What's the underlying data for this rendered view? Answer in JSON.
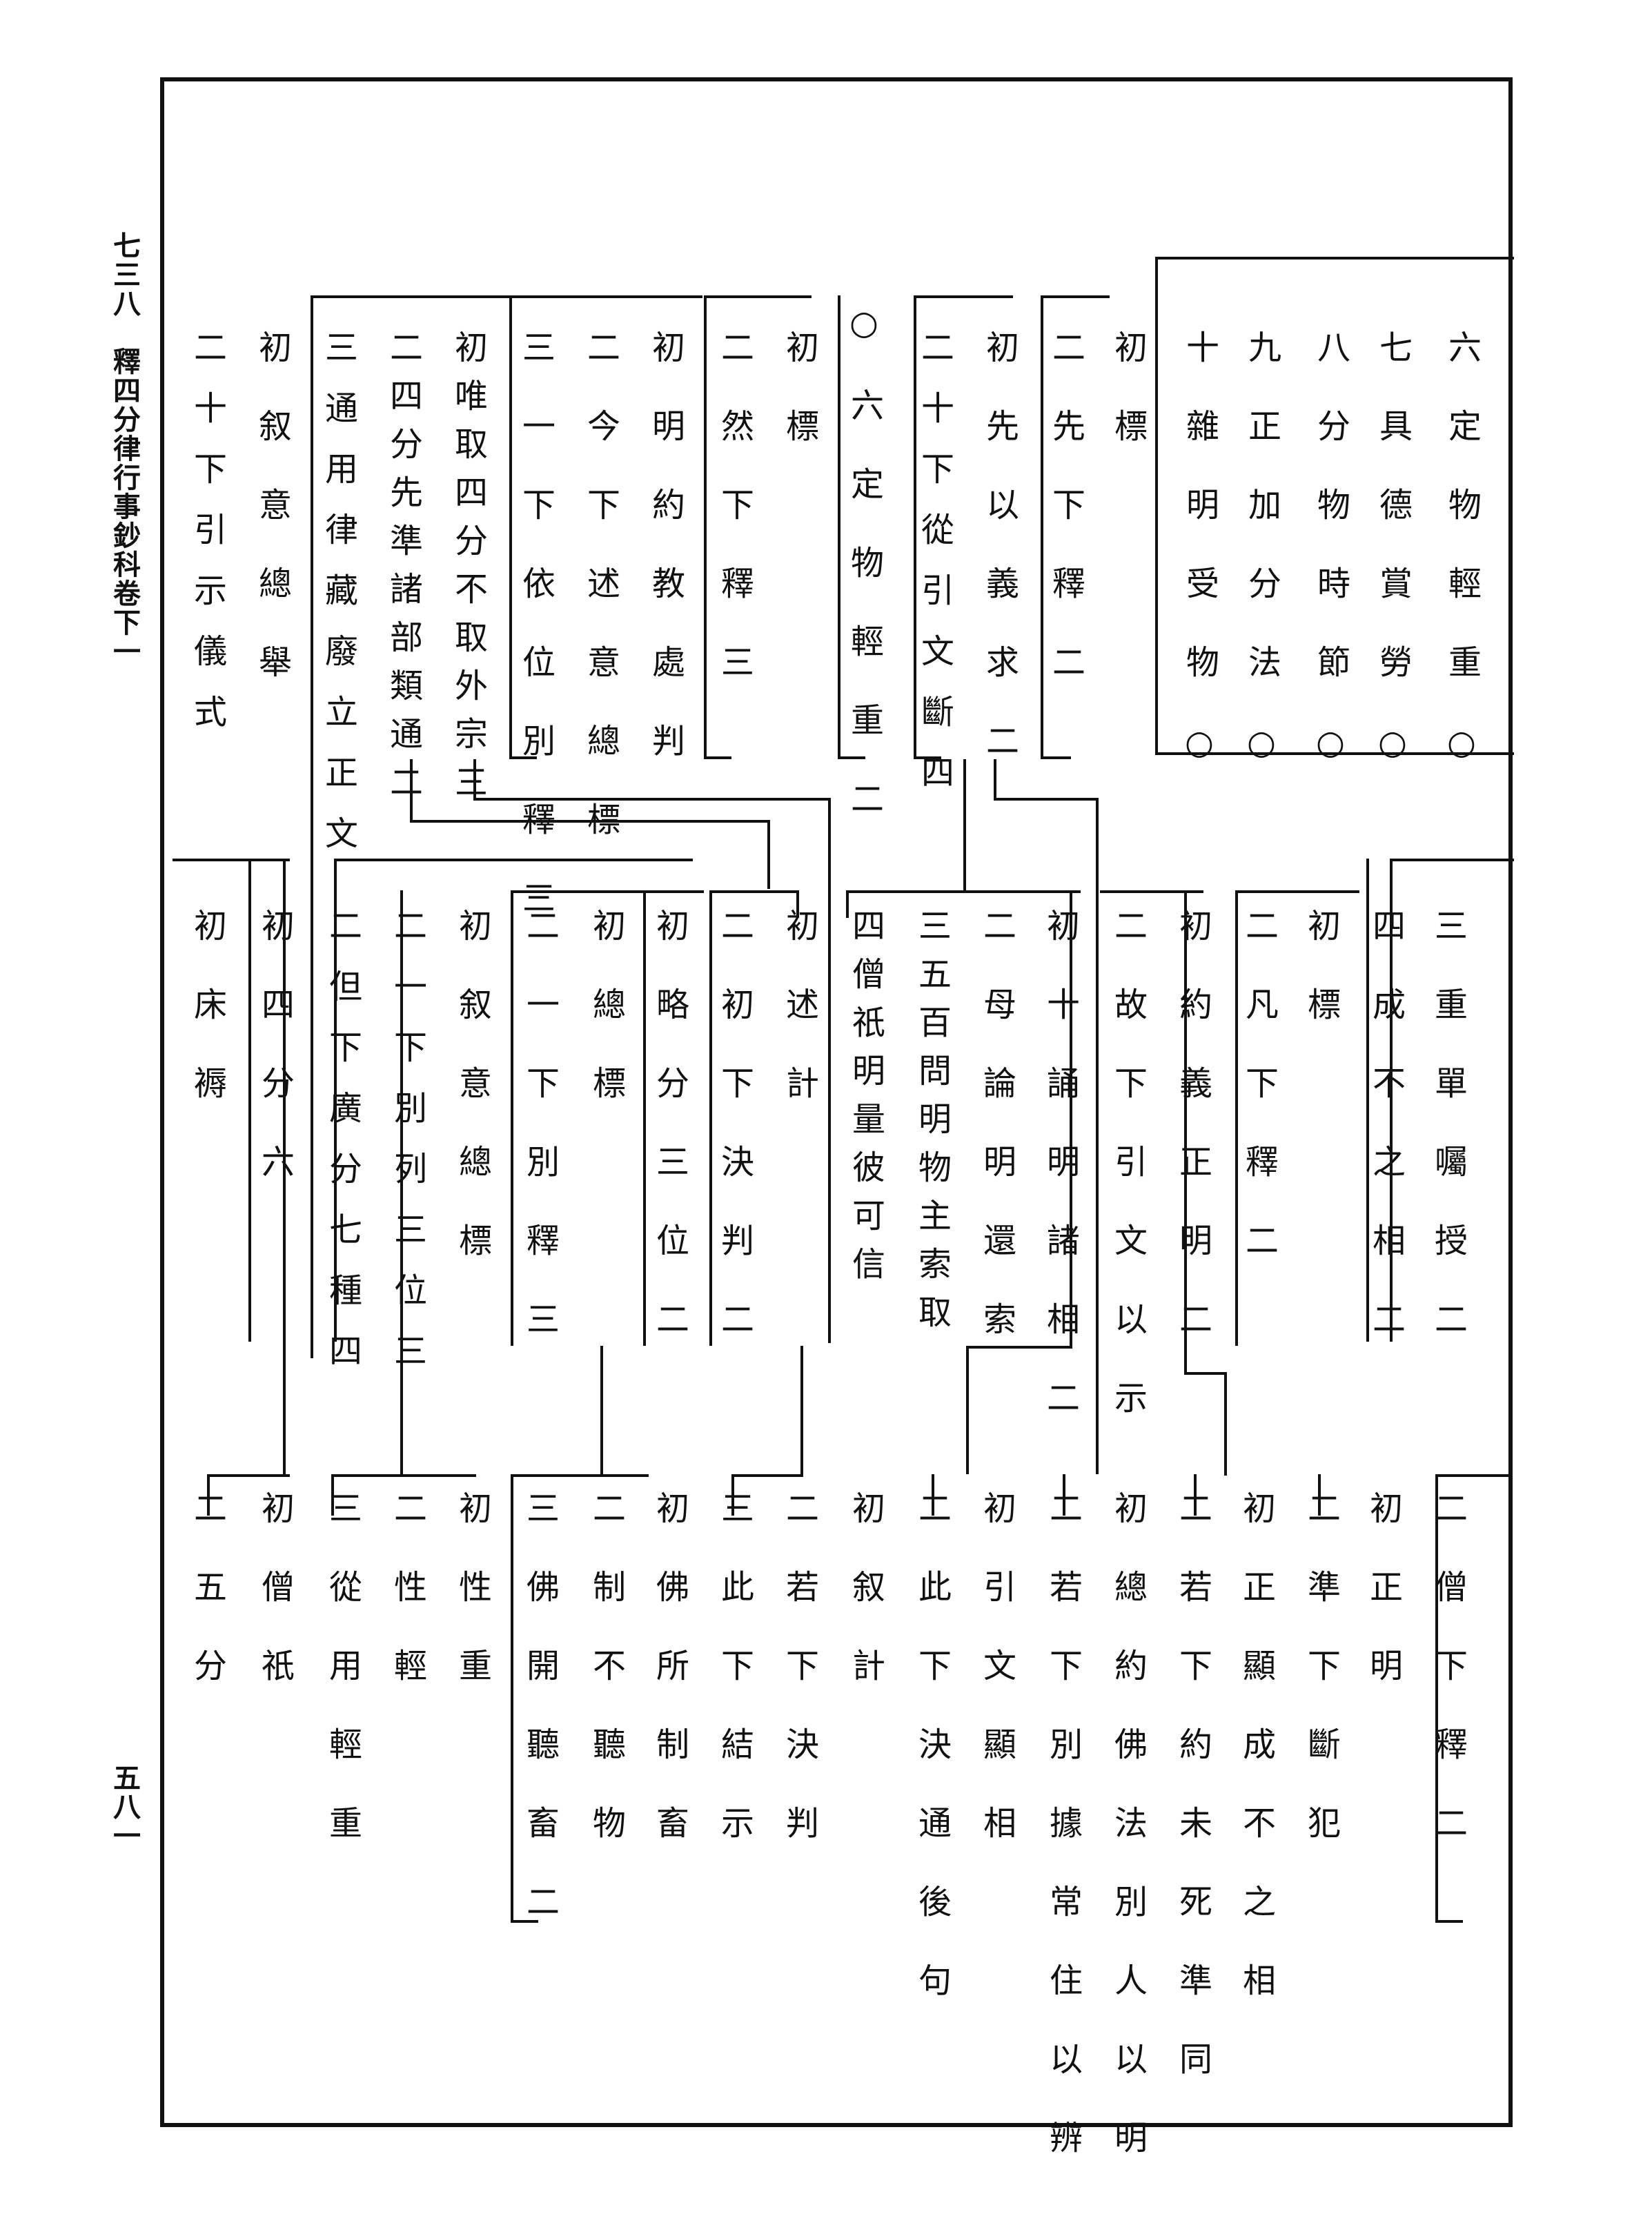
{
  "margin": {
    "left_header": "七三八　釋四分律行事鈔科卷下一",
    "page_number": "五八一"
  },
  "row1": [
    "六定物輕重○",
    "七具德賞勞○",
    "八分物時節○",
    "九正加分法○",
    "十雜明受物○",
    "初標",
    "二先下釋二",
    "初先以義求二",
    "二十下從引文斷四",
    "○六定物輕重二",
    "初標",
    "二然下釋三",
    "初明約教處判",
    "二今下述意總標",
    "三一下依位別釋三",
    "初唯取四分不取外宗三",
    "二四分先準諸部類通二",
    "三通用律藏廢立正文",
    "初叙意總舉",
    "二十下引示儀式"
  ],
  "row2": [
    "三重單囑授二",
    "四成不之相二",
    "初標",
    "二凡下釋二",
    "初約義正明二",
    "二故下引文以示",
    "初十誦明諸相二",
    "二母論明還索",
    "三五百問明物主索取",
    "四僧祇明量彼可信",
    "初述計",
    "二初下決判二",
    "初略分三位二",
    "初總標",
    "二一下別釋三",
    "初叙意總標",
    "二一下別列三位三",
    "二但下廣分七種四",
    "初四分六",
    "初床褥"
  ],
  "row3": [
    "二僧下釋二",
    "初正明",
    "二準下斷犯",
    "初正顯成不之相",
    "二若下約未死準同",
    "初總約佛法別人以明",
    "二若下別據常住以辨",
    "初引文顯相",
    "二此下決通後句",
    "初叙計",
    "二若下決判",
    "三此下結示",
    "初佛所制畜",
    "二制不聽物",
    "三佛開聽畜二",
    "初性重",
    "二性輕",
    "三從用輕重",
    "初僧祇",
    "二五分"
  ]
}
